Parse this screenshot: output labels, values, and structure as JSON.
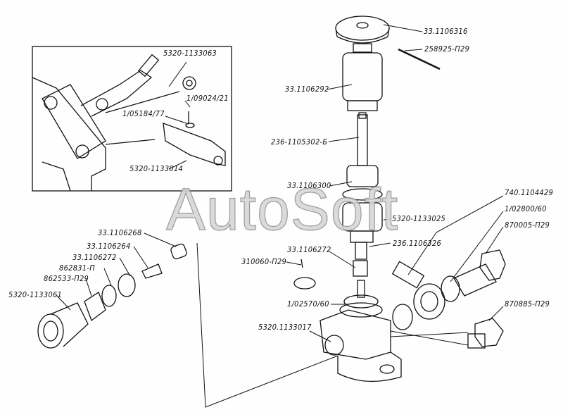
{
  "watermark": "AutoSoft",
  "inset": {
    "labels": [
      "5320-1133063",
      "1/09024/21",
      "1/05184/77",
      "5320-1133014"
    ]
  },
  "labels": {
    "cap": "33.1106316",
    "pin": "258925-П29",
    "body_upper": "33.1106292",
    "rod": "236-1105302-Б",
    "sleeve": "33.1106300",
    "nut_upper": "5320-1133025",
    "valve": "236.1106326",
    "spring_center": "33.1106272",
    "screw_small": "310060-П29",
    "gasket_center": "1/02570/60",
    "pump_body": "5320.1133017",
    "banjo": "740.1104429",
    "washer_right": "1/02800/60",
    "banjo_bolt": "870005-П29",
    "plug_bolt": "870885-П29",
    "bushing": "33.1106268",
    "plunger_left": "33.1106264",
    "spring_left": "33.1106272",
    "washer_left": "862831-П",
    "lock_washer": "862533-П29",
    "fitting_left": "5320-1133061"
  }
}
